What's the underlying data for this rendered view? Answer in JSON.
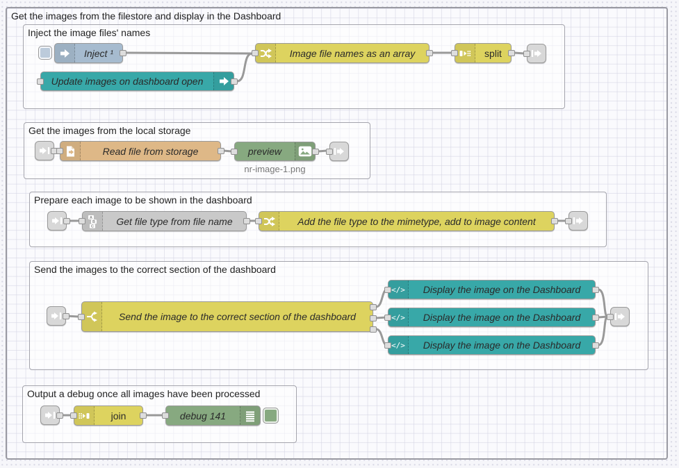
{
  "colors": {
    "inject": "#a6bbcf",
    "inject_button": "#bccbdb",
    "teal": "#38a8a8",
    "yellow": "#ddd35f",
    "orange": "#deb887",
    "gray": "#c9c9c9",
    "green": "#87a980",
    "debug_button": "#87a980",
    "link": "#d8d8d8",
    "wire": "#999999"
  },
  "outer_group": {
    "title": "Get the images from the filestore and display in the Dashboard"
  },
  "groups": [
    {
      "title": "Inject the image files' names",
      "nodes": {
        "inject": "Inject ¹",
        "update": "Update images on dashboard open",
        "function": "Image file names as an array",
        "split": "split"
      }
    },
    {
      "title": "Get the images from the local storage",
      "nodes": {
        "file": "Read file from storage",
        "preview": "preview"
      },
      "status": "nr-image-1.png"
    },
    {
      "title": "Prepare each image to be shown in the dashboard",
      "nodes": {
        "filetype": "Get file type from file name",
        "function": "Add the file type to the mimetype, add to image content"
      }
    },
    {
      "title": "Send the images to the correct section of the dashboard",
      "nodes": {
        "switch": "Send the image to the correct section of the dashboard",
        "display1": "Display the image on the Dashboard",
        "display2": "Display the image on the Dashboard",
        "display3": "Display the image on the Dashboard"
      }
    },
    {
      "title": "Output a debug once all images have been processed",
      "nodes": {
        "join": "join",
        "debug": "debug 141"
      }
    }
  ]
}
